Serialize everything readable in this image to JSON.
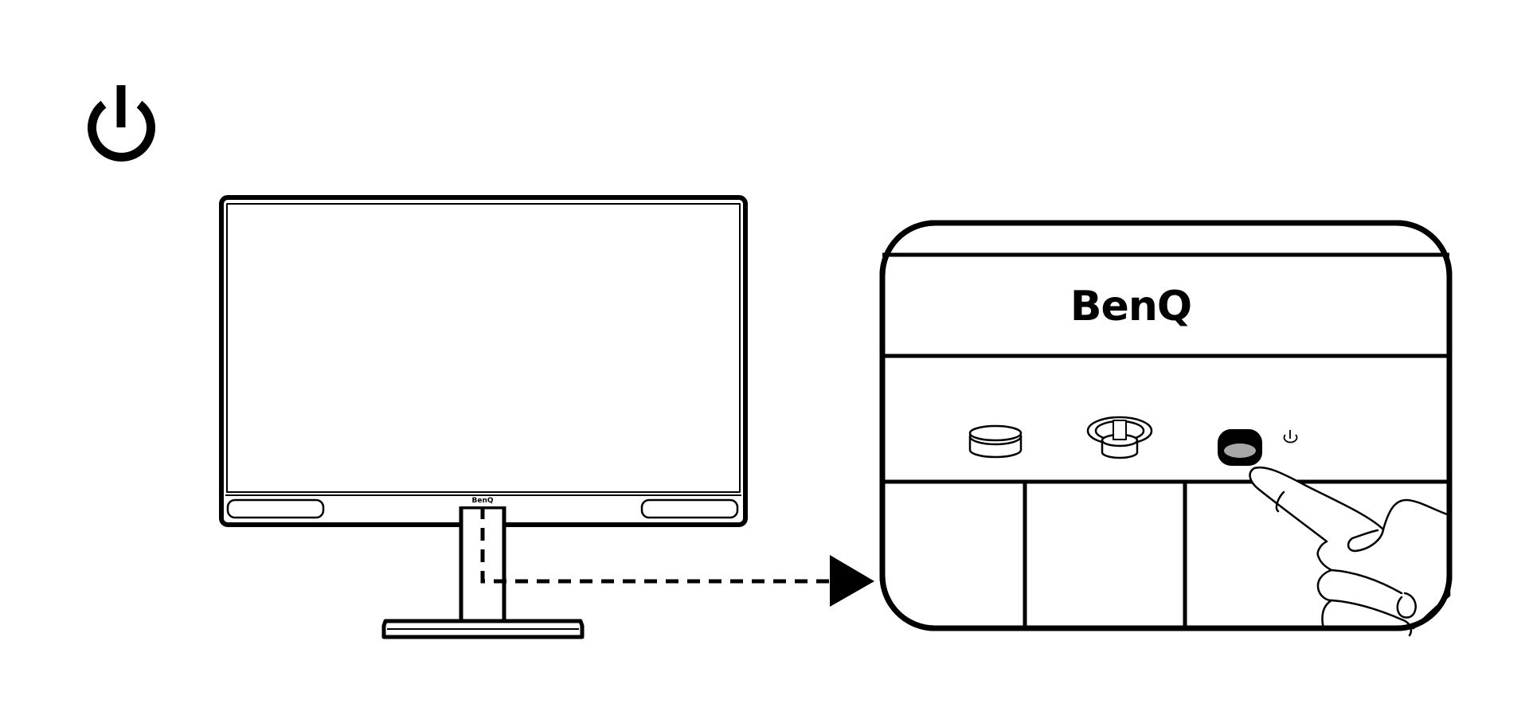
{
  "brand": {
    "logo_large": "BenQ",
    "logo_small": "BenQ"
  },
  "icons": {
    "main_symbol": "power-icon",
    "button_symbol": "power-icon",
    "pointer": "hand-pointing-icon",
    "connector": "dashed-arrow"
  },
  "callout": {
    "highlighted_button": "power-button",
    "other_buttons": [
      "control-button-1",
      "joystick-button"
    ]
  },
  "colors": {
    "line": "#000000",
    "background": "#ffffff",
    "highlight_fill": "#a8a8a8"
  }
}
